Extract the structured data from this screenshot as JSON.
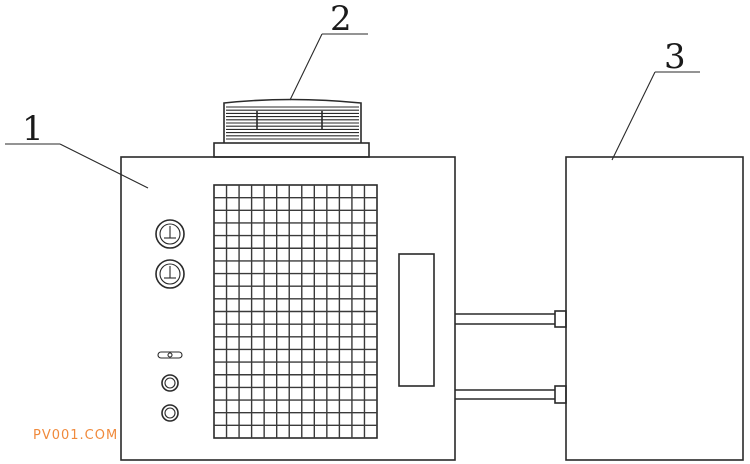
{
  "labels": {
    "unit": "1",
    "fan": "2",
    "tank": "3"
  },
  "watermark": "PV001.COM",
  "colors": {
    "line": "#2a2a2a",
    "watermark": "#f08a3c",
    "background": "#ffffff"
  }
}
